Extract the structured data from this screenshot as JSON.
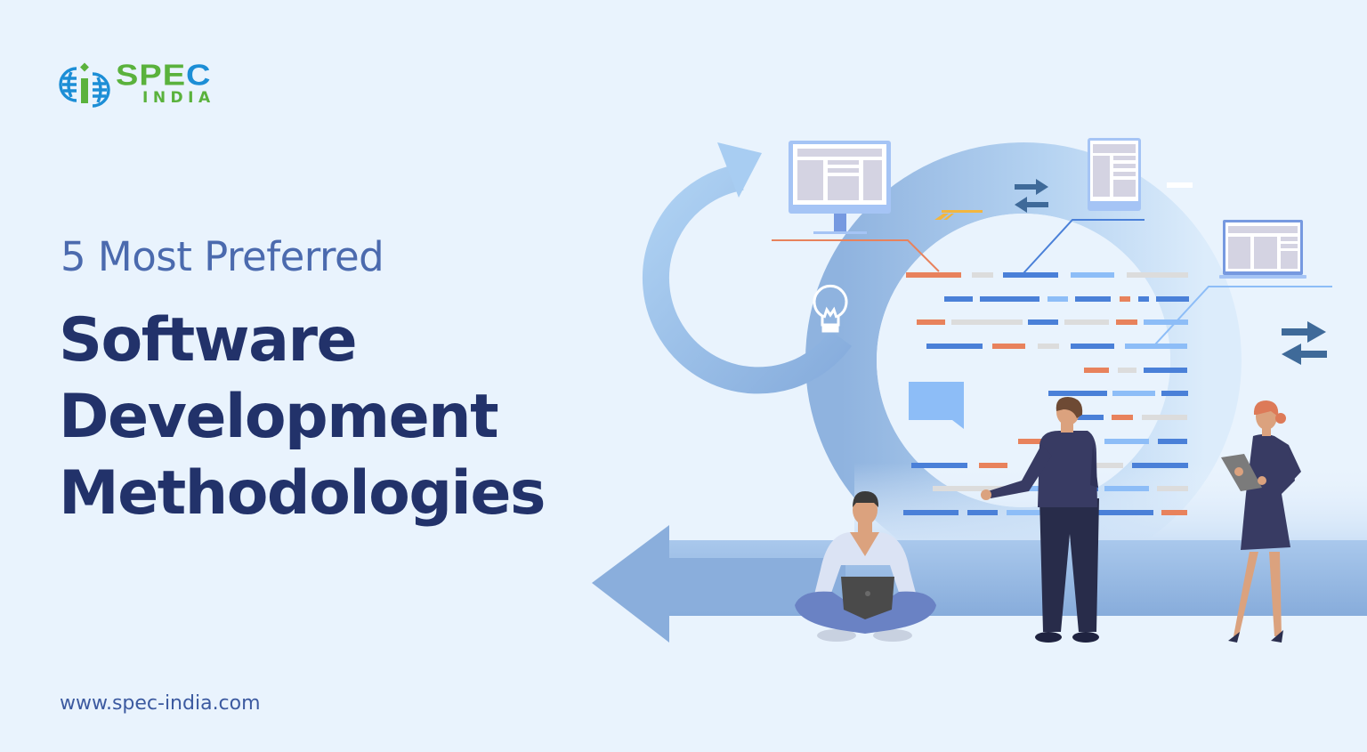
{
  "brand": {
    "name_primary": "SPE",
    "name_accent": "C",
    "name_secondary": "INDIA",
    "colors": {
      "green": "#5ab23c",
      "blue": "#1c8ed6"
    }
  },
  "hero": {
    "subtitle": "5 Most Preferred",
    "title_lines": [
      "Software",
      "Development",
      "Methodologies"
    ]
  },
  "footer": {
    "website": "www.spec-india.com"
  },
  "illustration": {
    "icons": [
      "cycle-arrow-icon",
      "monitor-icon",
      "tablet-icon",
      "laptop-icon",
      "lightbulb-icon",
      "chat-bubble-icon",
      "swap-arrows-icon",
      "left-arrow-icon"
    ],
    "colors": {
      "background": "#e9f3fd",
      "ring": "#9cc0e8",
      "orange": "#e8825c",
      "blue": "#4a80d8",
      "light_blue": "#8dbdf7",
      "gray": "#dcdcdc",
      "navy": "#2f3660",
      "skin": "#dba27e"
    },
    "code_rows": [
      [
        [
          1018,
          62,
          "o"
        ],
        [
          1092,
          24,
          "g"
        ],
        [
          1127,
          62,
          "b"
        ],
        [
          1203,
          49,
          "l"
        ],
        [
          1266,
          69,
          "g"
        ]
      ],
      [
        [
          1061,
          32,
          "b"
        ],
        [
          1101,
          67,
          "b"
        ],
        [
          1177,
          23,
          "l"
        ],
        [
          1208,
          40,
          "b"
        ],
        [
          1258,
          12,
          "o"
        ],
        [
          1279,
          12,
          "b"
        ],
        [
          1299,
          37,
          "b"
        ]
      ],
      [
        [
          1030,
          32,
          "o"
        ],
        [
          1069,
          80,
          "g"
        ],
        [
          1155,
          34,
          "b"
        ],
        [
          1196,
          50,
          "g"
        ],
        [
          1254,
          24,
          "o"
        ],
        [
          1285,
          50,
          "l"
        ]
      ],
      [
        [
          1041,
          63,
          "b"
        ],
        [
          1115,
          37,
          "o"
        ],
        [
          1166,
          24,
          "g"
        ],
        [
          1203,
          49,
          "b"
        ],
        [
          1264,
          70,
          "l"
        ]
      ],
      [
        [
          1218,
          28,
          "o"
        ],
        [
          1256,
          21,
          "g"
        ],
        [
          1285,
          49,
          "b"
        ]
      ],
      [
        [
          1178,
          66,
          "b"
        ],
        [
          1250,
          48,
          "l"
        ],
        [
          1305,
          30,
          "b"
        ]
      ],
      [
        [
          1210,
          30,
          "b"
        ],
        [
          1249,
          24,
          "o"
        ],
        [
          1283,
          51,
          "g"
        ]
      ],
      [
        [
          1144,
          28,
          "o"
        ],
        [
          1241,
          50,
          "l"
        ],
        [
          1301,
          33,
          "b"
        ]
      ],
      [
        [
          1024,
          63,
          "b"
        ],
        [
          1100,
          32,
          "o"
        ],
        [
          1232,
          30,
          "g"
        ],
        [
          1272,
          63,
          "b"
        ]
      ],
      [
        [
          1048,
          96,
          "g"
        ],
        [
          1154,
          34,
          "l"
        ],
        [
          1226,
          8,
          "b"
        ],
        [
          1241,
          50,
          "l"
        ],
        [
          1300,
          35,
          "g"
        ]
      ],
      [
        [
          1015,
          62,
          "b"
        ],
        [
          1087,
          34,
          "b"
        ],
        [
          1131,
          38,
          "l"
        ],
        [
          1232,
          64,
          "b"
        ],
        [
          1305,
          29,
          "o"
        ]
      ]
    ],
    "code_row_y": [
      309,
      336,
      362,
      389,
      416,
      442,
      469,
      496,
      523,
      549,
      576
    ]
  }
}
